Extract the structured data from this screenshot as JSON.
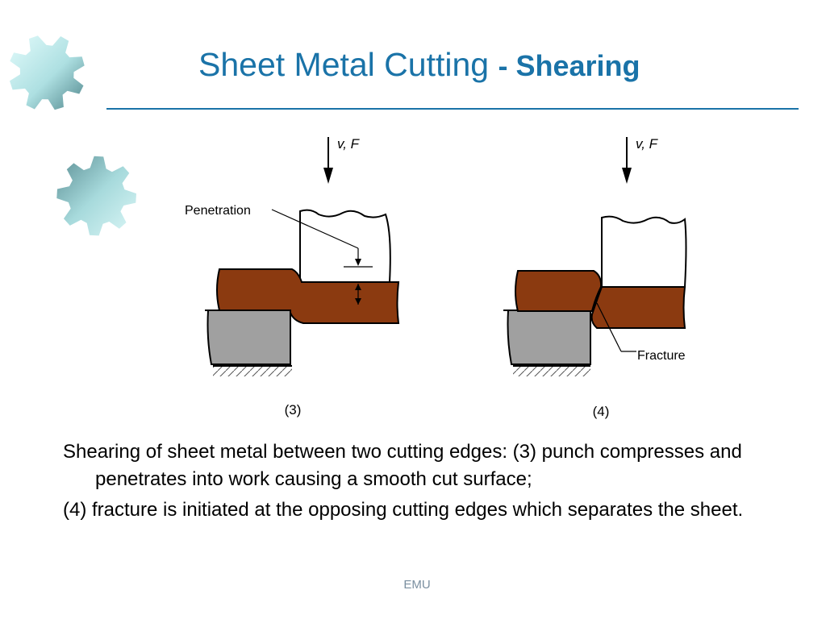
{
  "slide": {
    "title_main": "Sheet Metal Cutting",
    "title_bold": "- Shearing"
  },
  "figure": {
    "force_label_left": "v, F",
    "force_label_right": "v, F",
    "penetration_label": "Penetration",
    "fracture_label": "Fracture",
    "stage_left": "(3)",
    "stage_right": "(4)"
  },
  "caption": {
    "paragraph_1": "Shearing of sheet metal between two cutting edges: (3) punch compresses and penetrates into work causing a smooth cut surface;",
    "paragraph_2": "(4) fracture is initiated at the opposing cutting edges which separates the sheet."
  },
  "footer": {
    "text": "EMU"
  },
  "colors": {
    "title": "#1a73a8",
    "sheet_metal": "#8b3a10",
    "die": "#a0a0a0",
    "gear_light": "#d7f7f7",
    "gear_dark": "#5a8f95"
  },
  "icons": [
    "gear-icon",
    "gear-icon",
    "down-arrow-icon",
    "down-arrow-icon"
  ]
}
